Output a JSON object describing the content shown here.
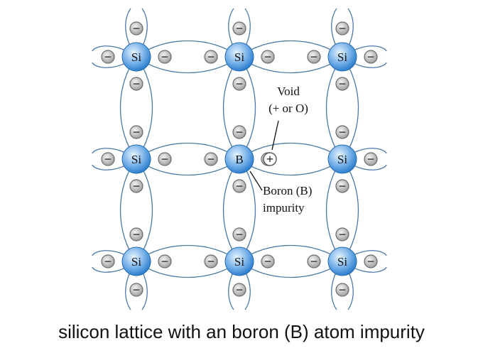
{
  "diagram": {
    "atoms": [
      {
        "id": "a00",
        "label": "Si"
      },
      {
        "id": "a01",
        "label": "Si"
      },
      {
        "id": "a02",
        "label": "Si"
      },
      {
        "id": "a10",
        "label": "Si"
      },
      {
        "id": "a11",
        "label": "B"
      },
      {
        "id": "a12",
        "label": "Si"
      },
      {
        "id": "a20",
        "label": "Si"
      },
      {
        "id": "a21",
        "label": "Si"
      },
      {
        "id": "a22",
        "label": "Si"
      }
    ],
    "electron_symbol": "−",
    "hole_symbol": "+",
    "void_label_line1": "Void",
    "void_label_line2": "(+ or O)",
    "boron_label_line1": "Boron (B)",
    "boron_label_line2": "impurity"
  },
  "caption": "silicon lattice with an boron (B) atom impurity",
  "colors": {
    "atom_fill_center": "#cfe6ff",
    "atom_fill_edge": "#2d7fd0",
    "bond_line": "#4a79a8",
    "electron_fill": "#bfbfbf",
    "electron_stroke": "#6b6b6b",
    "text": "#111111"
  }
}
